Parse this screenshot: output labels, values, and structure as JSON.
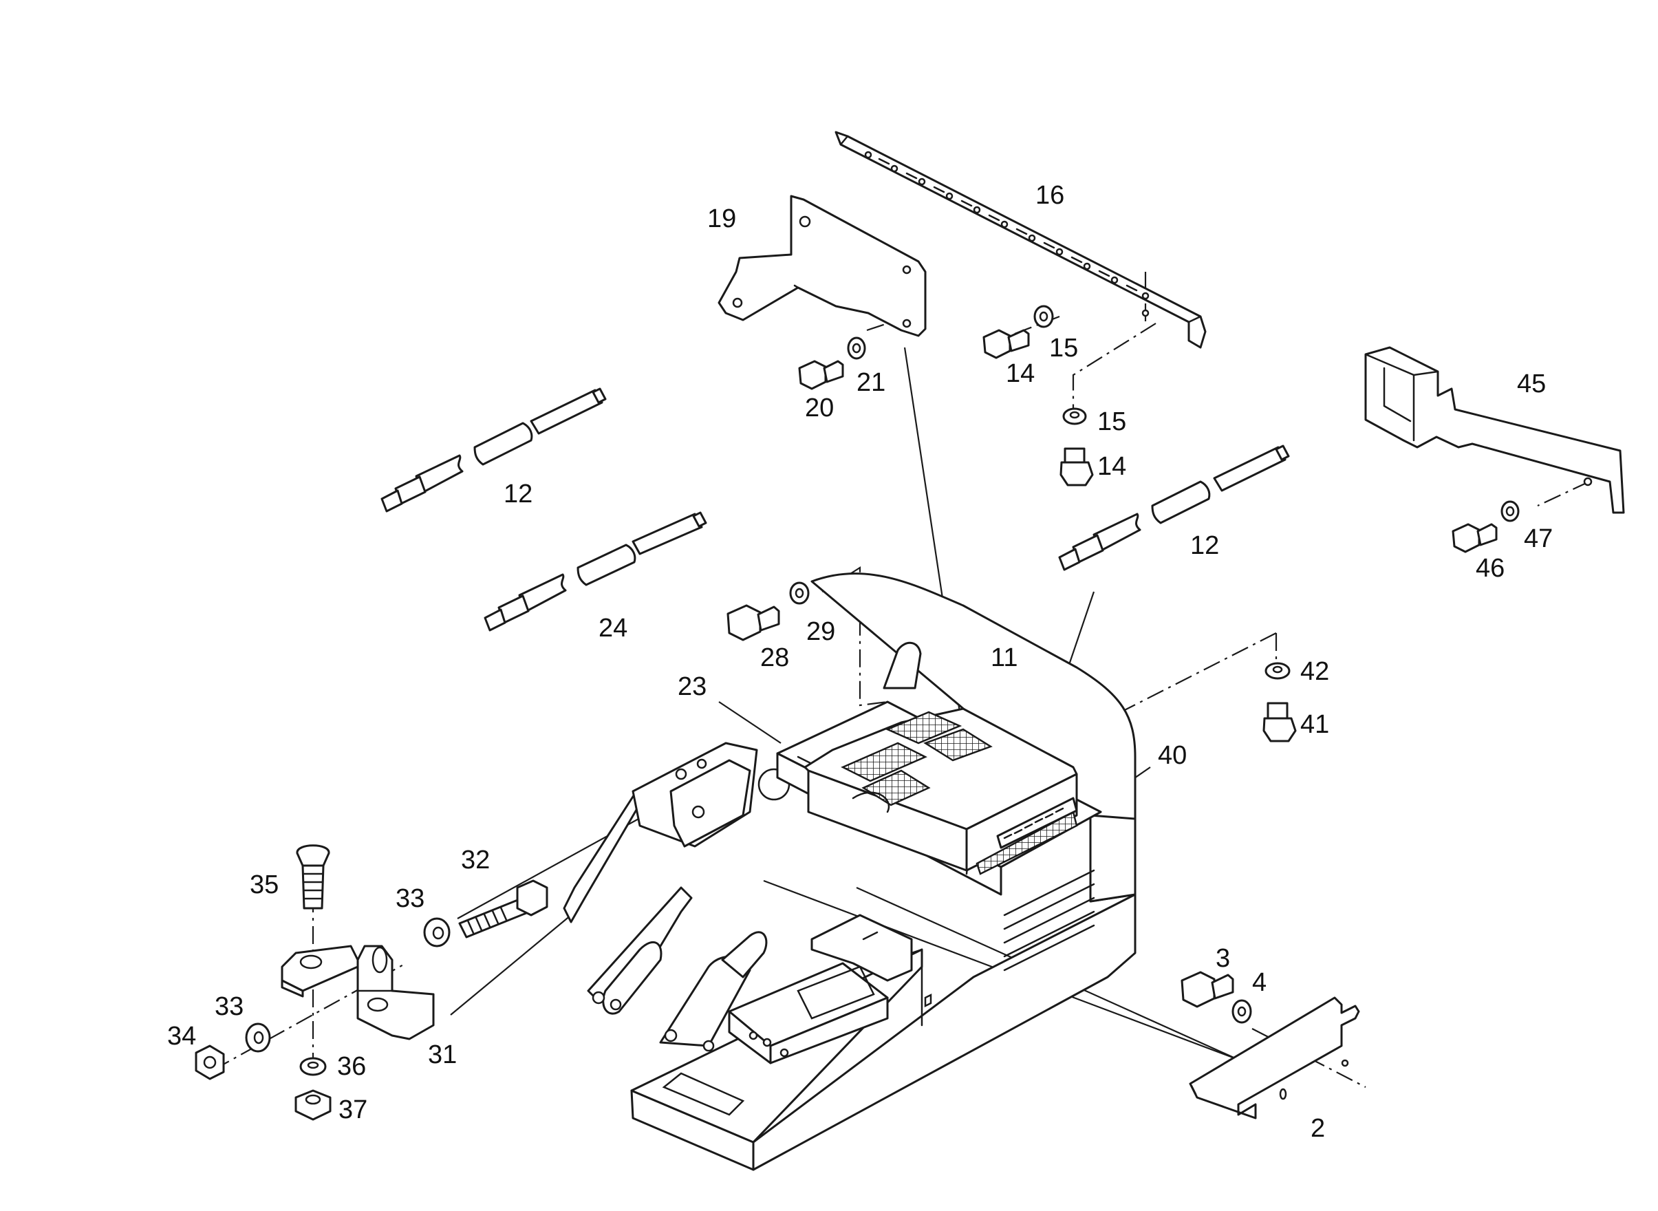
{
  "diagram": {
    "callouts": [
      {
        "id": "c16",
        "text": "16"
      },
      {
        "id": "c19",
        "text": "19"
      },
      {
        "id": "c45",
        "text": "45"
      },
      {
        "id": "c15a",
        "text": "15"
      },
      {
        "id": "c14a",
        "text": "14"
      },
      {
        "id": "c21",
        "text": "21"
      },
      {
        "id": "c20",
        "text": "20"
      },
      {
        "id": "c15b",
        "text": "15"
      },
      {
        "id": "c14b",
        "text": "14"
      },
      {
        "id": "c12a",
        "text": "12"
      },
      {
        "id": "c12b",
        "text": "12"
      },
      {
        "id": "c47",
        "text": "47"
      },
      {
        "id": "c46",
        "text": "46"
      },
      {
        "id": "c24",
        "text": "24"
      },
      {
        "id": "c29",
        "text": "29"
      },
      {
        "id": "c28",
        "text": "28"
      },
      {
        "id": "c11",
        "text": "11"
      },
      {
        "id": "c23",
        "text": "23"
      },
      {
        "id": "c42",
        "text": "42"
      },
      {
        "id": "c41",
        "text": "41"
      },
      {
        "id": "c40",
        "text": "40"
      },
      {
        "id": "c32",
        "text": "32"
      },
      {
        "id": "c35",
        "text": "35"
      },
      {
        "id": "c33a",
        "text": "33"
      },
      {
        "id": "c3",
        "text": "3"
      },
      {
        "id": "c4",
        "text": "4"
      },
      {
        "id": "c33b",
        "text": "33"
      },
      {
        "id": "c34",
        "text": "34"
      },
      {
        "id": "c36",
        "text": "36"
      },
      {
        "id": "c31",
        "text": "31"
      },
      {
        "id": "c37",
        "text": "37"
      },
      {
        "id": "c2",
        "text": "2"
      }
    ]
  },
  "colors": {
    "line": "#1a1a1a",
    "background": "#ffffff"
  }
}
